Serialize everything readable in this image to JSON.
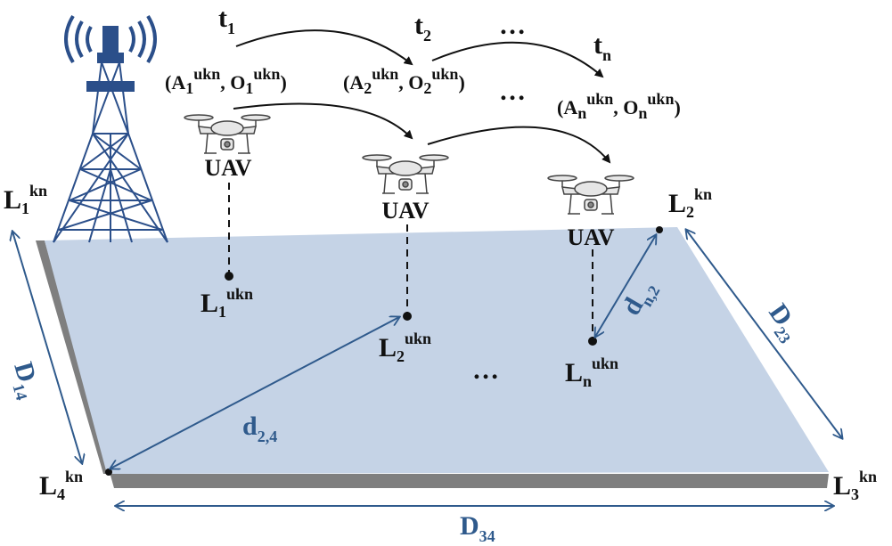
{
  "colors": {
    "plane_fill": "#c5d3e6",
    "plane_shadow": "#7f7f7f",
    "dimension_blue": "#2f5a8c",
    "tower_blue": "#2b4f8a",
    "text": "#111111"
  },
  "time_labels": [
    {
      "base": "t",
      "sub": "1"
    },
    {
      "base": "t",
      "sub": "2"
    },
    {
      "base": "t",
      "sub": "n"
    }
  ],
  "time_ellipsis": "…",
  "action_labels": [
    {
      "a_base": "(A",
      "a_sub": "1",
      "a_sup": "ukn",
      "sep": ", ",
      "o_base": "O",
      "o_sub": "1",
      "o_sup": "ukn",
      "close": ")"
    },
    {
      "a_base": "(A",
      "a_sub": "2",
      "a_sup": "ukn",
      "sep": ", ",
      "o_base": "O",
      "o_sub": "2",
      "o_sup": "ukn",
      "close": ")"
    },
    {
      "a_base": "(A",
      "a_sub": "n",
      "a_sup": "ukn",
      "sep": ", ",
      "o_base": "O",
      "o_sub": "n",
      "o_sup": "ukn",
      "close": ")"
    }
  ],
  "action_ellipsis": "…",
  "uav_label": "UAV",
  "uav_positions_ground": [
    {
      "base": "L",
      "sub": "1",
      "sup": "ukn"
    },
    {
      "base": "L",
      "sub": "2",
      "sup": "ukn"
    },
    {
      "base": "L",
      "sub": "n",
      "sup": "ukn"
    }
  ],
  "ground_ellipsis": "…",
  "corners": [
    {
      "base": "L",
      "sub": "1",
      "sup": "kn"
    },
    {
      "base": "L",
      "sub": "2",
      "sup": "kn"
    },
    {
      "base": "L",
      "sub": "3",
      "sup": "kn"
    },
    {
      "base": "L",
      "sub": "4",
      "sup": "kn"
    }
  ],
  "dimensions": [
    {
      "base": "D",
      "sub": "14"
    },
    {
      "base": "D",
      "sub": "23"
    },
    {
      "base": "D",
      "sub": "34"
    }
  ],
  "distances": [
    {
      "base": "d",
      "sub": "2,4"
    },
    {
      "base": "d",
      "sub": "n,2"
    }
  ]
}
